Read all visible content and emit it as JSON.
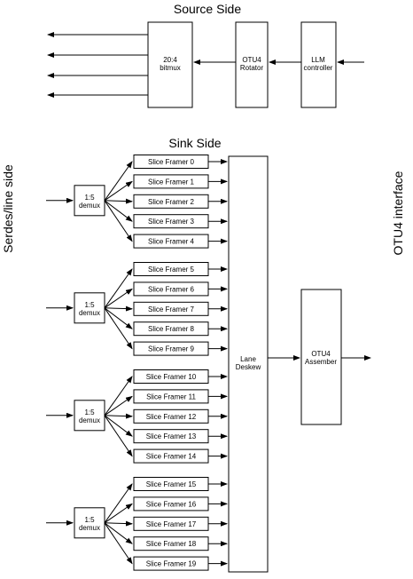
{
  "source_title": "Source Side",
  "sink_title": "Sink Side",
  "left_side_label": "Serdes/line side",
  "right_side_label": "OTU4 interface",
  "bitmux": {
    "line1": "20:4",
    "line2": "bitmux"
  },
  "rotator": {
    "line1": "OTU4",
    "line2": "Rotator"
  },
  "llm": {
    "line1": "LLM",
    "line2": "controller"
  },
  "demux": {
    "line1": "1:5",
    "line2": "demux"
  },
  "slice_framers": [
    "Slice Framer 0",
    "Slice Framer 1",
    "Slice Framer 2",
    "Slice Framer 3",
    "Slice Framer 4",
    "Slice Framer 5",
    "Slice Framer 6",
    "Slice Framer 7",
    "Slice Framer 8",
    "Slice Framer 9",
    "Slice Framer 10",
    "Slice Framer 11",
    "Slice Framer 12",
    "Slice Framer 13",
    "Slice Framer 14",
    "Slice Framer 15",
    "Slice Framer 16",
    "Slice Framer 17",
    "Slice Framer 18",
    "Slice Framer 19"
  ],
  "deskew": {
    "line1": "Lane",
    "line2": "Deskew"
  },
  "assembler": {
    "line1": "OTU4",
    "line2": "Assember"
  }
}
